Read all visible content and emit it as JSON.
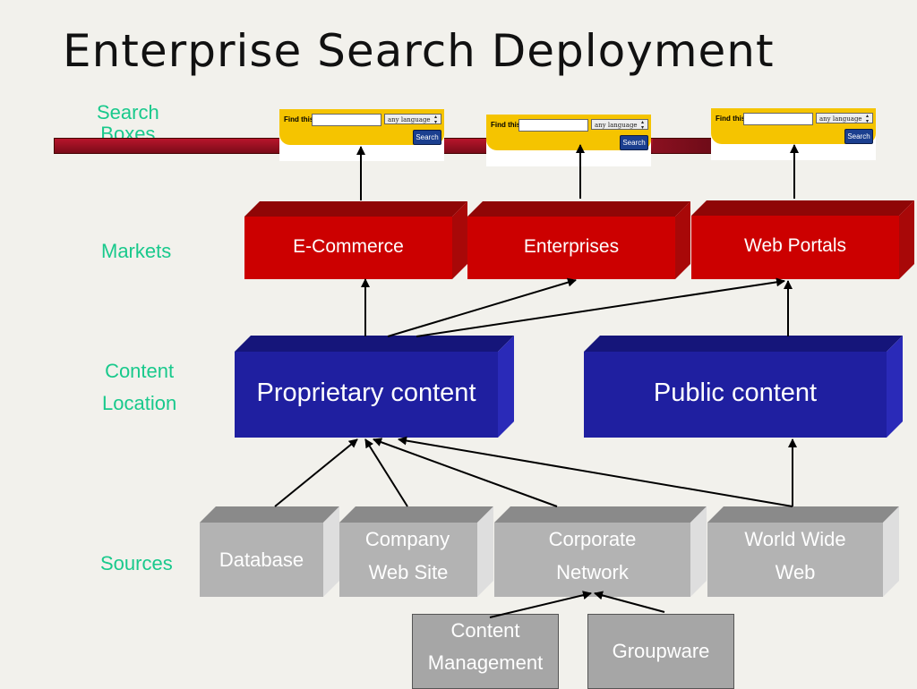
{
  "title": "Enterprise Search Deployment",
  "row_labels": {
    "search_boxes": [
      "Search",
      "Boxes"
    ],
    "markets": "Markets",
    "content_location": [
      "Content",
      "Location"
    ],
    "sources": "Sources"
  },
  "search_widget": {
    "find_label": "Find this:",
    "language_select": "any language",
    "search_button": "Search"
  },
  "markets": [
    "E-Commerce",
    "Enterprises",
    "Web Portals"
  ],
  "content_locations": [
    "Proprietary content",
    "Public content"
  ],
  "sources": [
    [
      "Database"
    ],
    [
      "Company",
      "Web Site"
    ],
    [
      "Corporate",
      "Network"
    ],
    [
      "World Wide",
      "Web"
    ]
  ],
  "sub_sources": [
    [
      "Content",
      "Management"
    ],
    [
      "Groupware"
    ]
  ],
  "colors": {
    "markets_front": "#cc0000",
    "markets_top": "#8f0606",
    "content_front": "#1f1fa0",
    "content_top": "#15157a",
    "sources_front": "#b3b3b3",
    "sources_top": "#8a8a8a",
    "row_label": "#19c98c",
    "search_bar": "#f5c400"
  }
}
